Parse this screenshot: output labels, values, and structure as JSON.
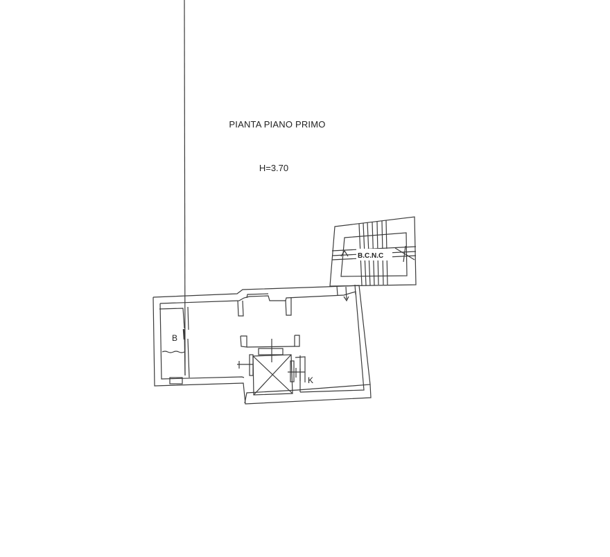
{
  "drawing": {
    "title": "PIANTA PIANO PRIMO",
    "height_label": "H=3.70"
  },
  "rooms": {
    "bathroom_label": "B",
    "kitchen_label": "K",
    "stairwell_label": "B.C.N.C"
  },
  "colors": {
    "line": "#3a3a3a",
    "background": "#ffffff"
  }
}
